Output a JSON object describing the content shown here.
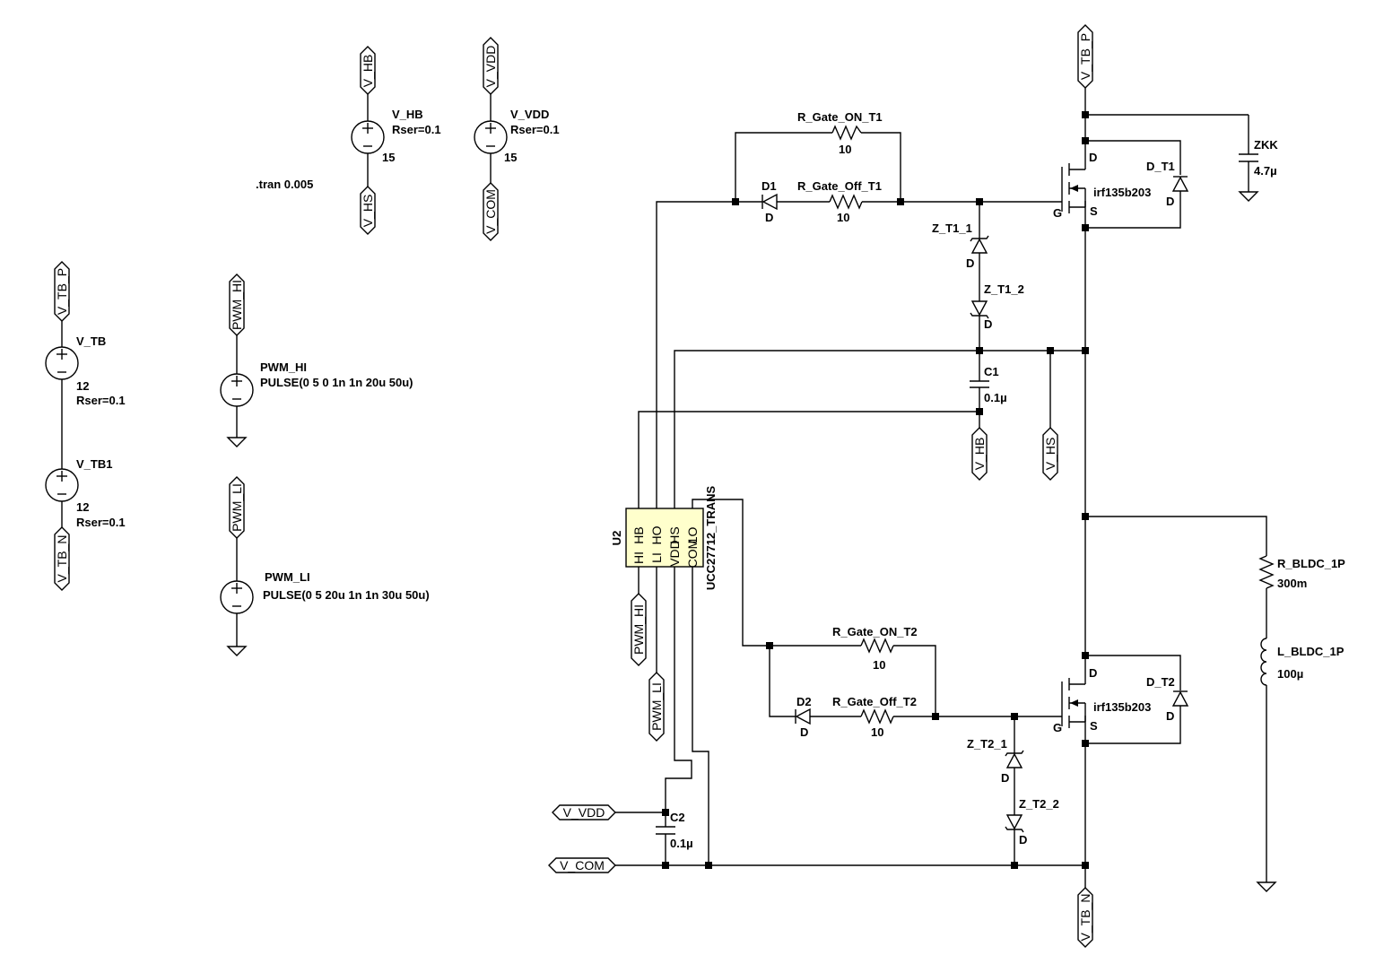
{
  "labels": {
    "v_hb_name": "V_HB",
    "v_hb_rser": "Rser=0.1",
    "v_hb_val": "15",
    "v_vdd_name": "V_VDD",
    "v_vdd_rser": "Rser=0.1",
    "v_vdd_val": "15",
    "tran": ".tran 0.005",
    "v_tb_name": "V_TB",
    "v_tb_val": "12",
    "v_tb_rser": "Rser=0.1",
    "v_tb1_name": "V_TB1",
    "v_tb1_val": "12",
    "v_tb1_rser": "Rser=0.1",
    "pwm_hi_name": "PWM_HI",
    "pwm_hi_val": "PULSE(0 5 0 1n 1n 20u 50u)",
    "pwm_li_name": "PWM_LI",
    "pwm_li_val": "PULSE(0 5 20u 1n 1n 30u 50u)",
    "r_on_t1": "R_Gate_ON_T1",
    "r_on_t1_val": "10",
    "r_off_t1": "R_Gate_Off_T1",
    "r_off_t1_val": "10",
    "d1": "D1",
    "d1_model": "D",
    "z_t1_1": "Z_T1_1",
    "z_t1_1_model": "D",
    "z_t1_2": "Z_T1_2",
    "z_t1_2_model": "D",
    "c1": "C1",
    "c1_val": "0.1µ",
    "t1_d": "D",
    "t1_g": "G",
    "t1_s": "S",
    "t1_model": "irf135b203",
    "d_t1": "D_T1",
    "d_t1_model": "D",
    "zkk": "ZKK",
    "zkk_val": "4.7µ",
    "u2": "U2",
    "u2_part": "UCC27712_TRANS",
    "pin_hb": "HB",
    "pin_ho": "HO",
    "pin_hs": "HS",
    "pin_lo": "LO",
    "pin_hi": "HI",
    "pin_li": "LI",
    "pin_vdd": "VDD",
    "pin_com": "COM",
    "r_on_t2": "R_Gate_ON_T2",
    "r_on_t2_val": "10",
    "r_off_t2": "R_Gate_Off_T2",
    "r_off_t2_val": "10",
    "d2": "D2",
    "d2_model": "D",
    "z_t2_1": "Z_T2_1",
    "z_t2_1_model": "D",
    "z_t2_2": "Z_T2_2",
    "z_t2_2_model": "D",
    "t2_d": "D",
    "t2_g": "G",
    "t2_s": "S",
    "t2_model": "irf135b203",
    "d_t2": "D_T2",
    "d_t2_model": "D",
    "r_bldc": "R_BLDC_1P",
    "r_bldc_val": "300m",
    "l_bldc": "L_BLDC_1P",
    "l_bldc_val": "100µ",
    "c2": "C2",
    "c2_val": "0.1µ"
  },
  "net_flags": {
    "f_vhb_top": "V_HB",
    "f_vhs_top": "V_HS",
    "f_vdd_top": "V_VDD",
    "f_vcom_top": "V_COM",
    "f_vtbp_left": "V_TB_P",
    "f_vtbn_left": "V_TB_N",
    "f_pwmhi_src": "PWM_HI",
    "f_pwmli_src": "PWM_LI",
    "f_vtbp_right": "V_TB_P",
    "f_vhb_right": "V_HB",
    "f_vhs_right": "V_HS",
    "f_pwmhi_u2": "PWM_HI",
    "f_pwmli_u2": "PWM_LI",
    "f_vdd_c2": "V_VDD",
    "f_vcom_bot": "V_COM",
    "f_vtbn_bot": "V_TB_N"
  }
}
